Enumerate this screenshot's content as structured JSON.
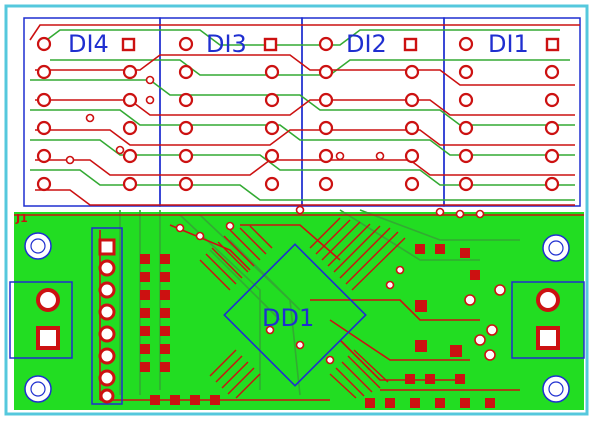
{
  "board": {
    "colors": {
      "background": "#ffffff",
      "outline": "#55c8dd",
      "copper_fill": "#22dd22",
      "trace_red": "#cc1111",
      "trace_green": "#33aa33",
      "silkscreen": "#1f2fd0"
    },
    "labels": {
      "di4": "DI4",
      "di3": "DI3",
      "di2": "DI2",
      "di1": "DI1",
      "dd1": "DD1",
      "j_left": "J1"
    }
  }
}
